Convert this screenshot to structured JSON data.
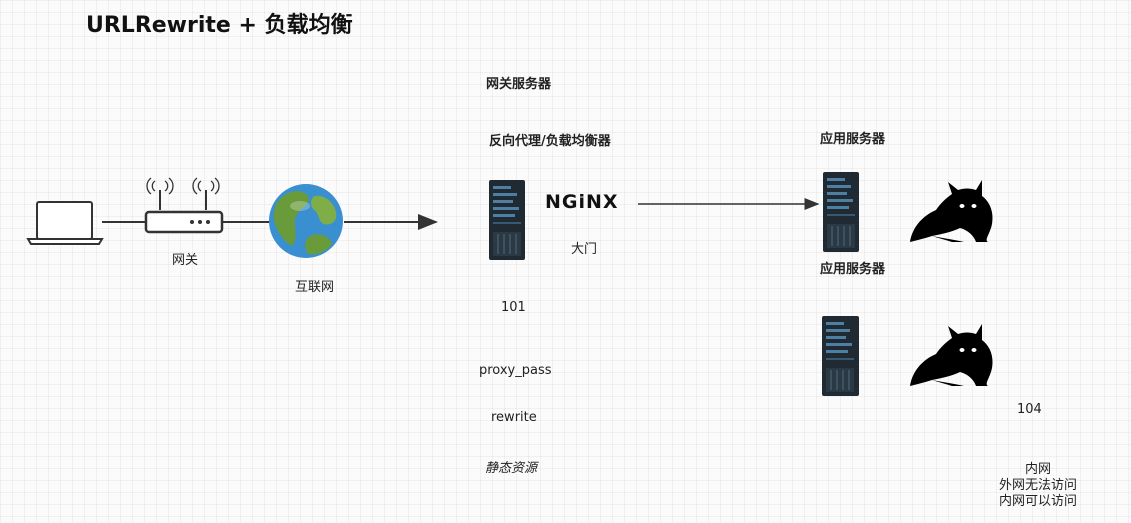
{
  "title": "URLRewrite + 负载均衡",
  "labels": {
    "gateway": "网关",
    "internet": "互联网",
    "gateway_server": "网关服务器",
    "reverse_proxy": "反向代理/负载均衡器",
    "nginx": "NGiNX",
    "door": "大门",
    "ip_101": "101",
    "proxy_pass": "proxy_pass",
    "rewrite": "rewrite",
    "static": "静态资源",
    "app_server_1": "应用服务器",
    "app_server_2": "应用服务器",
    "ip_104": "104",
    "note_line1": "内网",
    "note_line2": "外网无法访问",
    "note_line3": "内网可以访问"
  },
  "icons": [
    "laptop-icon",
    "router-icon",
    "globe-icon",
    "server-icon",
    "tomcat-cat-icon"
  ],
  "colors": {
    "arrow": "#333333",
    "server_body": "#1f2a33",
    "server_stripe": "#4f7ea3",
    "globe_ocean": "#3a8fd0",
    "globe_land": "#6a9b3a"
  }
}
